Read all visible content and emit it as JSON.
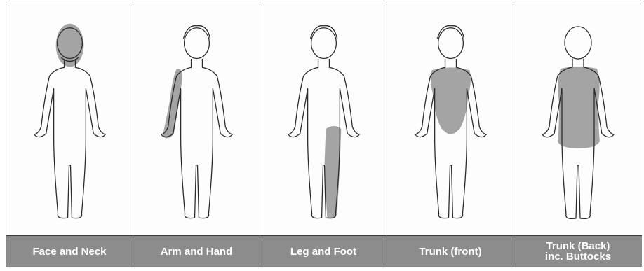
{
  "panels": [
    {
      "label": "Face and Neck",
      "shaded_region": "face-neck"
    },
    {
      "label": "Arm and Hand",
      "shaded_region": "arm-hand"
    },
    {
      "label": "Leg and Foot",
      "shaded_region": "leg-foot"
    },
    {
      "label": "Trunk (front)",
      "shaded_region": "trunk-front"
    },
    {
      "label": "Trunk (Back)\ninc. Buttocks",
      "shaded_region": "trunk-back"
    }
  ],
  "colors": {
    "shade": "#9a9a9a",
    "label_bar": "#8c8c8c",
    "label_text": "#ffffff",
    "outline": "#2b2b2b"
  }
}
